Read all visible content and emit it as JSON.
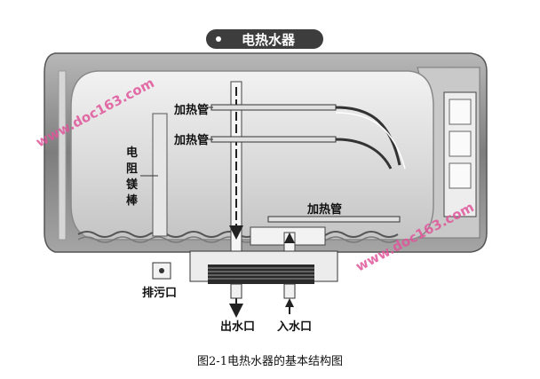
{
  "title": "电热水器",
  "labels": {
    "heater_tube_1": "加热管",
    "heater_tube_2": "加热管",
    "heater_tube_3": "加热管",
    "magnesium_rod": [
      "电",
      "阻",
      "镁",
      "棒"
    ],
    "drain": "排污口",
    "outlet": "出水口",
    "inlet": "入水口"
  },
  "watermark": "www.doc163.com",
  "caption": "图2-1电热水器的基本结构图",
  "colors": {
    "body_gray": "#8f8f8f",
    "tank_inner": "#dcdcdc",
    "dark": "#1e1e1e",
    "watermark": "#e0559a"
  }
}
